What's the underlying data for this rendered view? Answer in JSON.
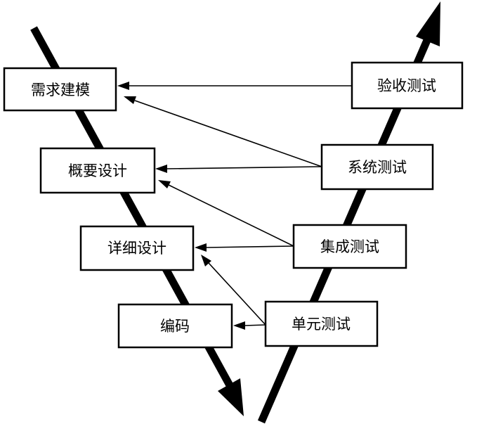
{
  "left_boxes": [
    {
      "id": "requirements",
      "label": "需求建模"
    },
    {
      "id": "outline-design",
      "label": "概要设计"
    },
    {
      "id": "detail-design",
      "label": "详细设计"
    },
    {
      "id": "coding",
      "label": "编码"
    }
  ],
  "right_boxes": [
    {
      "id": "acceptance-test",
      "label": "验收测试"
    },
    {
      "id": "system-test",
      "label": "系统测试"
    },
    {
      "id": "integration-test",
      "label": "集成测试"
    },
    {
      "id": "unit-test",
      "label": "单元测试"
    }
  ],
  "colors": {
    "stroke": "#000000",
    "background": "#ffffff"
  }
}
